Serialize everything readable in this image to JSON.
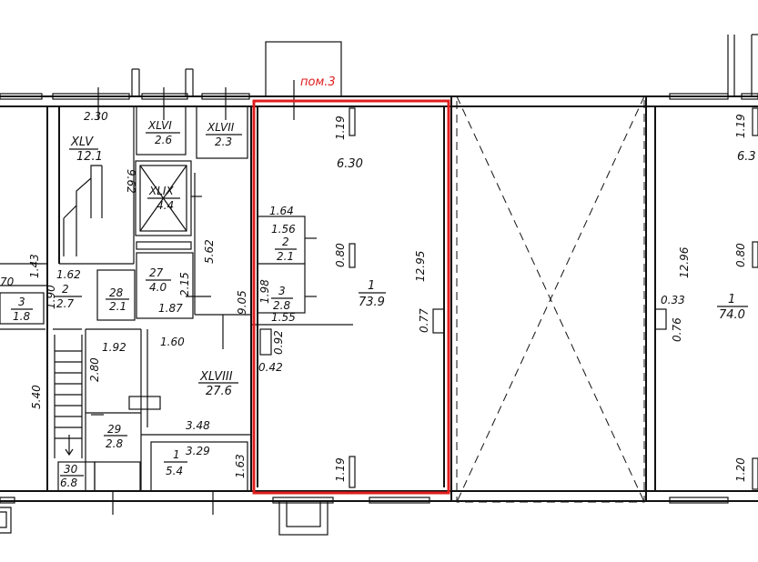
{
  "highlight": {
    "label": "пом.3",
    "color": "#e01e1e"
  },
  "rooms": [
    {
      "id": "XLV",
      "name": "XLV",
      "area": "12.1"
    },
    {
      "id": "XLVI",
      "name": "XLVI",
      "area": "2.6"
    },
    {
      "id": "XLVII",
      "name": "XLVII",
      "area": "2.3"
    },
    {
      "id": "XLIX",
      "name": "XLIX",
      "area": "4.4"
    },
    {
      "id": "XLVIII",
      "name": "XLVIII",
      "area": "27.6"
    },
    {
      "id": "r27",
      "name": "27",
      "area": "4.0"
    },
    {
      "id": "r28",
      "name": "28",
      "area": "2.1"
    },
    {
      "id": "r29",
      "name": "29",
      "area": "2.8"
    },
    {
      "id": "r30",
      "name": "30",
      "area": "6.8"
    },
    {
      "id": "r1",
      "name": "1",
      "area": "5.4"
    },
    {
      "id": "r2left",
      "name": "2",
      "area": "2.7"
    },
    {
      "id": "r3left",
      "name": "3",
      "area": "1.8"
    },
    {
      "id": "p1",
      "name": "1",
      "area": "73.9"
    },
    {
      "id": "p2",
      "name": "2",
      "area": "2.1"
    },
    {
      "id": "p3",
      "name": "3",
      "area": "2.8"
    },
    {
      "id": "right1",
      "name": "1",
      "area": "74.0"
    }
  ],
  "dims": {
    "d230": "2.30",
    "d962": "9.62",
    "d562": "5.62",
    "d143": "1.43",
    "d162": "1.62",
    "d70": "70",
    "d190": "1.90",
    "d215": "2.15",
    "d187": "1.87",
    "d905": "9.05",
    "d192": "1.92",
    "d160": "1.60",
    "d280": "2.80",
    "d540": "5.40",
    "d348": "3.48",
    "d329": "3.29",
    "d163": "1.63",
    "d119a": "1.19",
    "d630a": "6.30",
    "d164": "1.64",
    "d156": "1.56",
    "d080a": "0.80",
    "d1295": "12.95",
    "d198": "1.98",
    "d155": "1.55",
    "d092": "0.92",
    "d042": "0.42",
    "d077": "0.77",
    "d119b": "1.19",
    "d119c": "1.19",
    "d630b": "6.3",
    "d1296": "12.96",
    "d080b": "0.80",
    "d033": "0.33",
    "d076": "0.76",
    "d120": "1.20"
  }
}
